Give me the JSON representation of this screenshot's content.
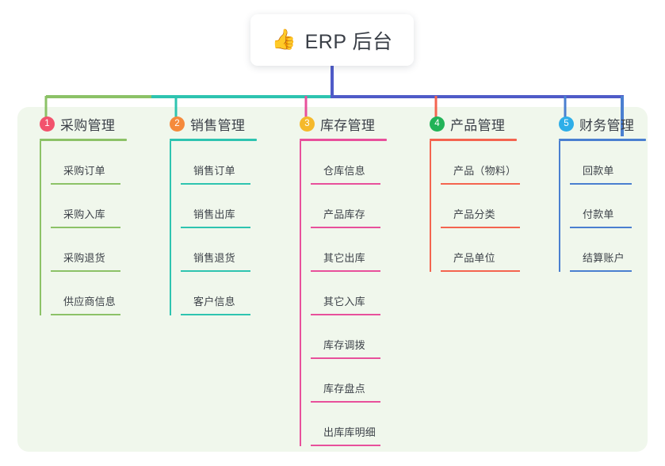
{
  "title": {
    "icon": "thumbs-up-icon",
    "emoji": "👍",
    "text": "ERP 后台"
  },
  "theme": {
    "panel_bg": "#f0f7ec",
    "card_bg": "#ffffff",
    "text": "#3a3f47",
    "trunk_line": "#4f5bc8"
  },
  "columns": [
    {
      "index": "1",
      "title": "采购管理",
      "badge_color": "#f2536d",
      "line_color": "#8cc267",
      "items": [
        {
          "label": "采购订单"
        },
        {
          "label": "采购入库"
        },
        {
          "label": "采购退货"
        },
        {
          "label": "供应商信息"
        }
      ]
    },
    {
      "index": "2",
      "title": "销售管理",
      "badge_color": "#f58a3c",
      "line_color": "#2ec4b0",
      "items": [
        {
          "label": "销售订单"
        },
        {
          "label": "销售出库"
        },
        {
          "label": "销售退货"
        },
        {
          "label": "客户信息"
        }
      ]
    },
    {
      "index": "3",
      "title": "库存管理",
      "badge_color": "#f5b92b",
      "line_color": "#e8509b",
      "items": [
        {
          "label": "仓库信息"
        },
        {
          "label": "产品库存"
        },
        {
          "label": "其它出库"
        },
        {
          "label": "其它入库"
        },
        {
          "label": "库存调拨"
        },
        {
          "label": "库存盘点"
        },
        {
          "label": "出库库明细"
        }
      ]
    },
    {
      "index": "4",
      "title": "产品管理",
      "badge_color": "#22b358",
      "line_color": "#f4644f",
      "items": [
        {
          "label": "产品（物料）"
        },
        {
          "label": "产品分类"
        },
        {
          "label": "产品单位"
        }
      ]
    },
    {
      "index": "5",
      "title": "财务管理",
      "badge_color": "#2eaee8",
      "line_color": "#4a7fd0",
      "items": [
        {
          "label": "回款单"
        },
        {
          "label": "付款单"
        },
        {
          "label": "结算账户"
        }
      ]
    }
  ],
  "connectors": {
    "bus_segments": [
      {
        "name": "bus-left-green",
        "color": "#8cc267"
      },
      {
        "name": "bus-mid-teal",
        "color": "#2ec4b0"
      },
      {
        "name": "bus-right-blue",
        "color": "#4f5bc8"
      }
    ]
  }
}
